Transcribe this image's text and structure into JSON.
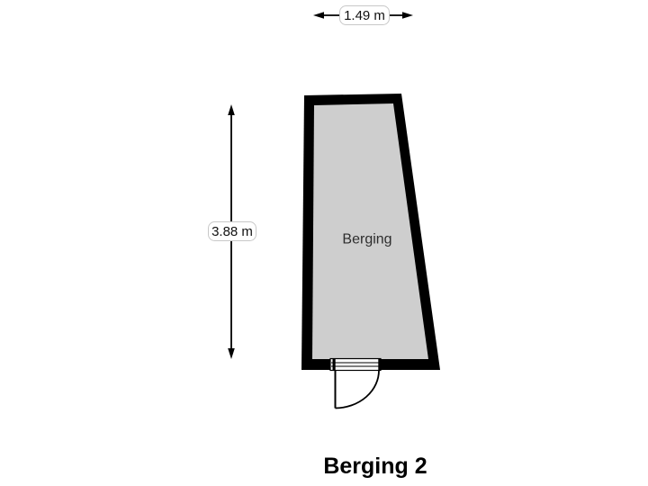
{
  "colors": {
    "background": "#ffffff",
    "wall": "#000000",
    "floor": "#cecece",
    "line": "#000000",
    "label_box_fill": "#ffffff",
    "label_box_border": "#c8c8c8"
  },
  "floorplan": {
    "room_label": "Berging",
    "title": "Berging 2",
    "dimensions": {
      "width_label": "1.49 m",
      "height_label": "3.88 m"
    }
  }
}
